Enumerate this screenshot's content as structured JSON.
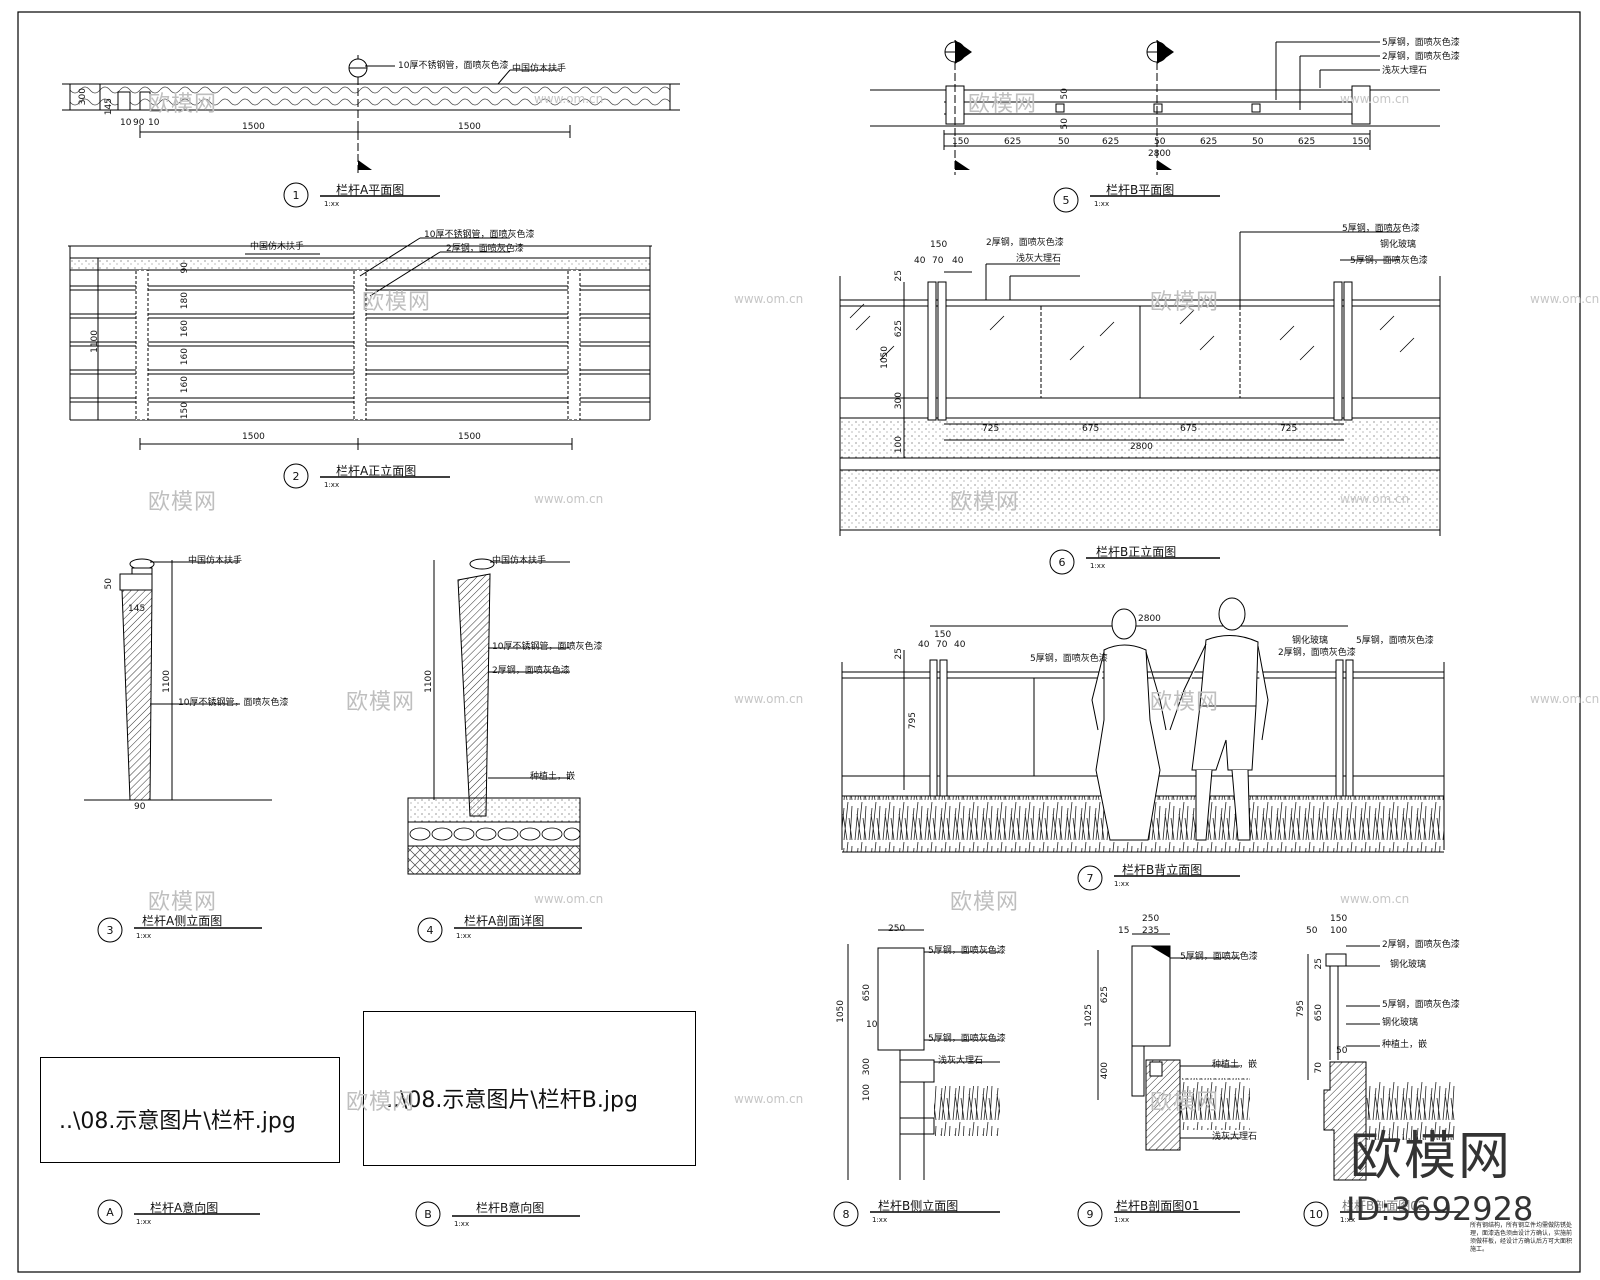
{
  "watermarks": {
    "brand_cn": "欧模网",
    "url": "www.om.cn",
    "logo": "欧模网",
    "id": "ID:3692928"
  },
  "drawings": [
    {
      "no": "1",
      "title": "栏杆A平面图",
      "scale": "1:xx"
    },
    {
      "no": "2",
      "title": "栏杆A正立面图",
      "scale": "1:xx"
    },
    {
      "no": "3",
      "title": "栏杆A侧立面图",
      "scale": "1:xx"
    },
    {
      "no": "4",
      "title": "栏杆A剖面详图",
      "scale": "1:xx"
    },
    {
      "no": "5",
      "title": "栏杆B平面图",
      "scale": "1:xx"
    },
    {
      "no": "6",
      "title": "栏杆B正立面图",
      "scale": "1:xx"
    },
    {
      "no": "7",
      "title": "栏杆B背立面图",
      "scale": "1:xx"
    },
    {
      "no": "8",
      "title": "栏杆B侧立面图",
      "scale": "1:xx"
    },
    {
      "no": "9",
      "title": "栏杆B剖面图01",
      "scale": "1:xx"
    },
    {
      "no": "10",
      "title": "栏杆B剖面图02",
      "scale": "1:xx"
    },
    {
      "no": "A",
      "title": "栏杆A意向图",
      "scale": "1:xx"
    },
    {
      "no": "B",
      "title": "栏杆B意向图",
      "scale": "1:xx"
    }
  ],
  "image_refs": {
    "a": "..\\08.示意图片\\栏杆.jpg",
    "b": "..\\08.示意图片\\栏杆B.jpg"
  },
  "dims": {
    "d1500": "1500",
    "d2800": "2800",
    "d1100": "1100",
    "d1050": "1050",
    "d1025": "1025",
    "d795": "795",
    "d725": "725",
    "d675": "675",
    "d625": "625",
    "d650": "650",
    "d400": "400",
    "d300": "300",
    "d250": "250",
    "d235": "235",
    "d180": "180",
    "d160": "160",
    "d150": "150",
    "d145": "145",
    "d100": "100",
    "d90": "90",
    "d70": "70",
    "d50": "50",
    "d40": "40",
    "d25": "25",
    "d15": "15",
    "d10": "10"
  },
  "notes": {
    "wood_rail": "中国仿木扶手",
    "steel_10": "10厚不锈钢管，面喷灰色漆",
    "steel_2": "2厚钢，面喷灰色漆",
    "steel_5": "5厚钢，面喷灰色漆",
    "glass": "钢化玻璃",
    "stone": "浅灰大理石",
    "soil": "种植土，嵌",
    "note_block": "所有钢结构，所有钢立件均需做防锈处理，面漆选色须由设计方确认，实施前须做样板，经设计方确认后方可大面积施工。"
  },
  "colors": {
    "line": "#111111",
    "hatch": "#333333",
    "watermark": "#c0c0c0"
  }
}
